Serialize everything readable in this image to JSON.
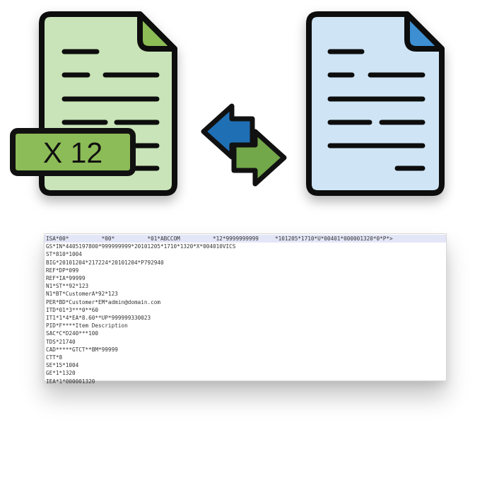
{
  "badge": {
    "label": "X 12"
  },
  "colors": {
    "x12_document": "#c9e4b8",
    "x12_fold": "#8cbc57",
    "badge": "#8cbc57",
    "other_document": "#cfe5f6",
    "other_fold": "#3d8fd1",
    "arrow_left": "#1f6fb5",
    "arrow_right": "#72a84a",
    "outline": "#111111",
    "header_row": "#e3e6f7"
  },
  "icons": [
    "x12-document-icon",
    "document-icon",
    "exchange-arrows-icon"
  ],
  "edi_lines": [
    "ISA*00*          *00*          *01*ABCCOM          *12*9999999999     *101205*1710*U*00401*000001320*0*P*>",
    "GS*IN*4405197800*999999999*20101205*1710*1320*X*004010VICS",
    "ST*810*1004",
    "BIG*20101204*217224*20101204*P792940",
    "REF*DP*099",
    "REF*IA*99999",
    "N1*ST**92*123",
    "N1*BT*CustomerA*92*123",
    "PER*BD*Customer*EM*admin@domain.com",
    "ITD*01*3***0**60",
    "IT1*1*4*EA*8.60**UP*999999330023",
    "PID*F****Item Description",
    "SAC*C*D240***100",
    "TDS*21740",
    "CAD*****GTCT**BM*99999",
    "CTT*8",
    "SE*15*1004",
    "GE*1*1320",
    "IEA*1*000001320"
  ]
}
